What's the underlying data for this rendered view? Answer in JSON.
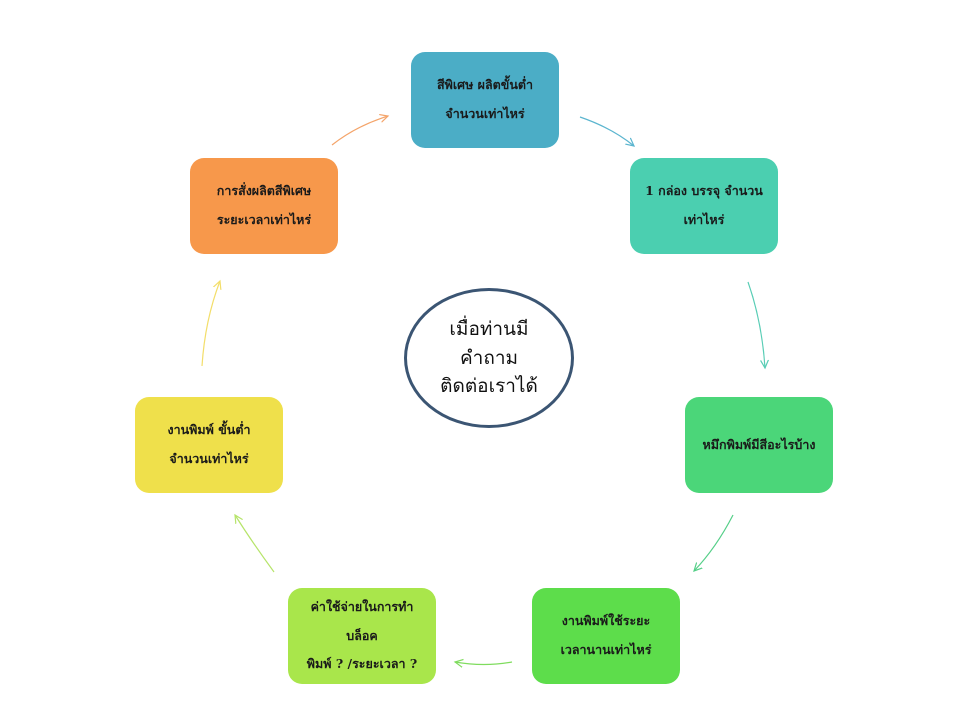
{
  "center": {
    "lines": [
      "เมื่อท่านมี",
      "คำถาม",
      "ติดต่อเราได้"
    ],
    "border_color": "#3b5573"
  },
  "nodes": [
    {
      "lines": [
        "สีพิเศษ ผลิตขั้นต่ำ",
        "จำนวนเท่าไหร่"
      ],
      "color": "#4badc6"
    },
    {
      "lines": [
        "1 กล่อง บรรจุ จำนวน",
        "เท่าไหร่"
      ],
      "color": "#4bcfb0"
    },
    {
      "lines": [
        "หมึกพิมพ์มีสีอะไรบ้าง"
      ],
      "color": "#4bd679"
    },
    {
      "lines": [
        "งานพิมพ์ใช้ระยะ",
        "เวลานานเท่าไหร่"
      ],
      "color": "#5ddd4b"
    },
    {
      "lines": [
        "ค่าใช้จ่ายในการทำบล็อค",
        "พิมพ์ ? /ระยะเวลา ?"
      ],
      "color": "#a9e64b"
    },
    {
      "lines": [
        "งานพิมพ์ ขั้นต่ำ",
        "จำนวนเท่าไหร่"
      ],
      "color": "#efe04b"
    },
    {
      "lines": [
        "การสั่งผลิตสีพิเศษ",
        "ระยะเวลาเท่าไหร่"
      ],
      "color": "#f7984b"
    }
  ],
  "arrow_colors": [
    "#5bb5cf",
    "#58cdb5",
    "#55cf88",
    "#7fdc5e",
    "#b6e46a",
    "#f3de6a",
    "#f4a46a"
  ]
}
